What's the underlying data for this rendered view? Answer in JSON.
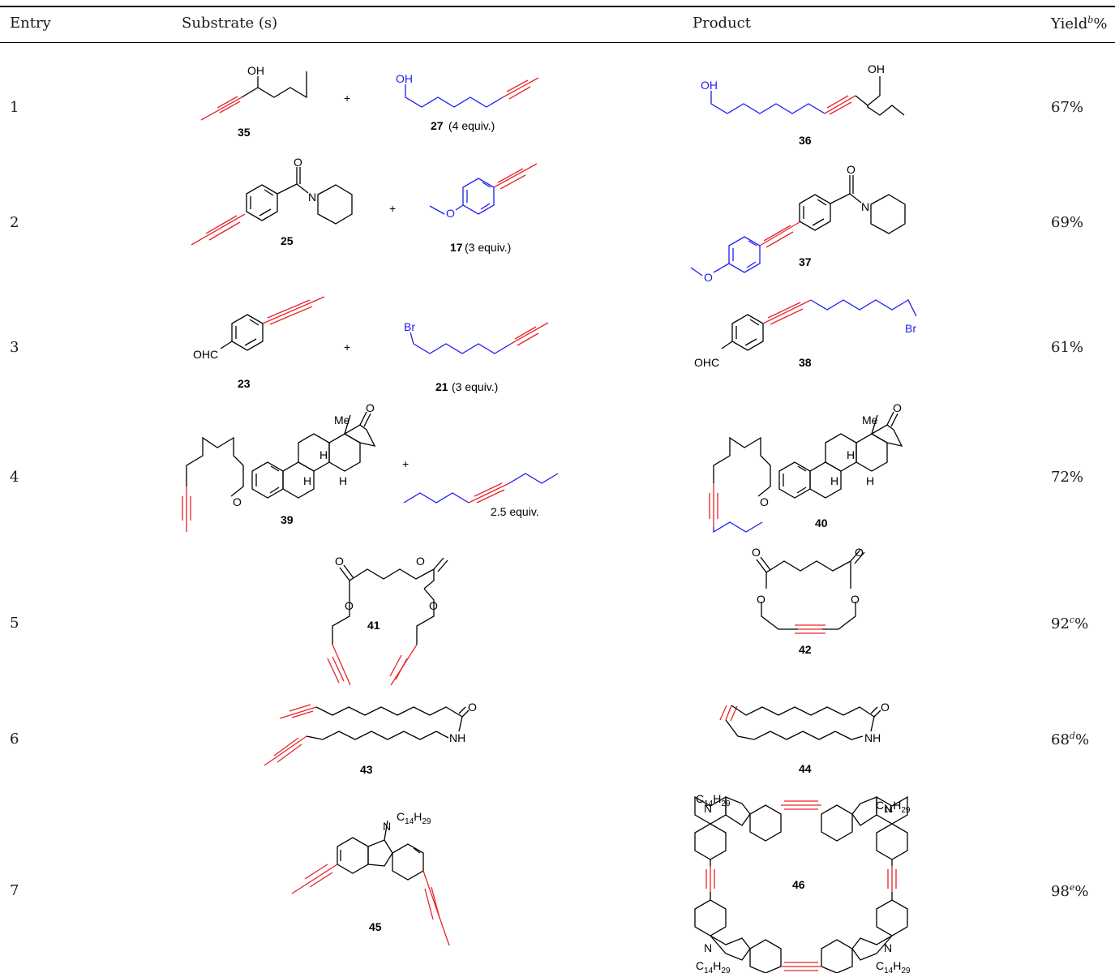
{
  "headers": {
    "entry": "Entry",
    "substrates": "Substrate (s)",
    "product": "Product",
    "yield_b": "b"
  },
  "rows": [
    {
      "entry": "1",
      "yield_value": "67",
      "yield_sup": "",
      "yield_unit": "%"
    },
    {
      "entry": "2",
      "yield_value": "69",
      "yield_sup": "",
      "yield_unit": "%"
    },
    {
      "entry": "3",
      "yield_value": "61",
      "yield_sup": "",
      "yield_unit": "%"
    },
    {
      "entry": "4",
      "yield_value": "72",
      "yield_sup": "",
      "yield_unit": "%"
    },
    {
      "entry": "5",
      "yield_value": "92",
      "yield_sup": "c",
      "yield_unit": "%"
    },
    {
      "entry": "6",
      "yield_value": "68",
      "yield_sup": "d",
      "yield_unit": "%"
    },
    {
      "entry": "7",
      "yield_value": "98",
      "yield_sup": "e",
      "yield_unit": "%"
    }
  ],
  "compounds": {
    "c35": "35",
    "c27": "27",
    "c27_eq": "(4 equiv.)",
    "c36": "36",
    "c25": "25",
    "c17": "17",
    "c17_eq": "(3 equiv.)",
    "c37": "37",
    "c23": "23",
    "c21": "21",
    "c21_eq": "(3 equiv.)",
    "c38": "38",
    "c39": "39",
    "dec_eq": "2.5 equiv.",
    "c40": "40",
    "c41": "41",
    "c42": "42",
    "c43": "43",
    "c44": "44",
    "c45": "45",
    "c46": "46"
  },
  "atoms": {
    "oh": "OH",
    "o": "O",
    "n": "N",
    "nh": "NH",
    "br": "Br",
    "ohc": "OHC",
    "me": "Me",
    "h": "H",
    "plus": "+"
  },
  "colors": {
    "substrate_alkyne": "#e8232a",
    "partner_alkyne": "#1c1cf0",
    "structure": "#000000"
  }
}
